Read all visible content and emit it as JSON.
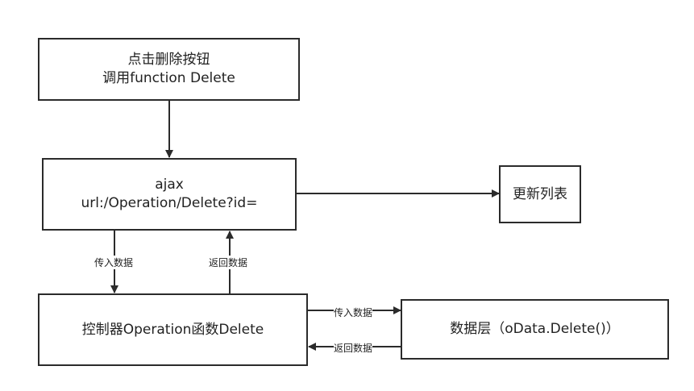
{
  "nodes": {
    "click": {
      "line1": "点击删除按钮",
      "line2": "调用function Delete"
    },
    "ajax": {
      "line1": "ajax",
      "line2": "url:/Operation/Delete?id="
    },
    "refresh": {
      "text": "更新列表"
    },
    "controller": {
      "text": "控制器Operation函数Delete"
    },
    "datalayer": {
      "text": "数据层（oData.Delete()）"
    }
  },
  "edges": {
    "ajax_to_controller": "传入数据",
    "controller_to_ajax": "返回数据",
    "controller_to_data": "传入数据",
    "data_to_controller": "返回数据"
  }
}
